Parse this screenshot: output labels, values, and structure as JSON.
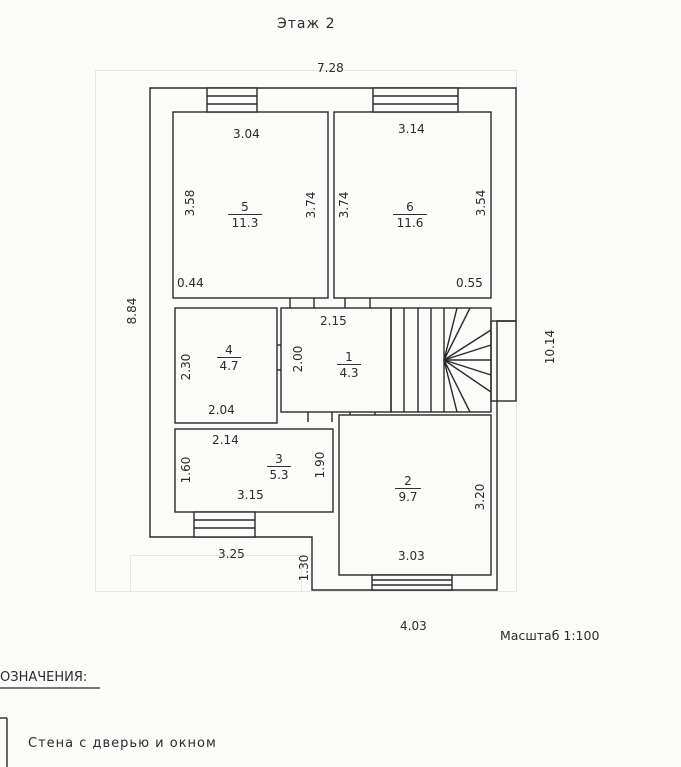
{
  "header": {
    "floor_title": "Этаж 2"
  },
  "dimensions": {
    "top_width": "7.28",
    "left_height": "8.84",
    "right_height": "10.14",
    "bottom_right_width": "4.03",
    "bottom_left_width": "3.25",
    "step_offset": "1.30",
    "corner_left": "0.44",
    "corner_right": "0.55"
  },
  "rooms": [
    {
      "num": "5",
      "area": "11.3",
      "top": "3.04",
      "left": "3.58",
      "right": "3.74"
    },
    {
      "num": "6",
      "area": "11.6",
      "top": "3.14",
      "left": "3.74",
      "right": "3.54"
    },
    {
      "num": "4",
      "area": "4.7",
      "left": "2.30",
      "right": "2.00",
      "bottom": "2.04"
    },
    {
      "num": "1",
      "area": "4.3",
      "top": "2.15"
    },
    {
      "num": "3",
      "area": "5.3",
      "top": "2.14",
      "left": "1.60",
      "right": "1.90",
      "bottom": "3.15"
    },
    {
      "num": "2",
      "area": "9.7",
      "right": "3.20",
      "bottom": "3.03"
    }
  ],
  "scale_label": "Масштаб 1:100",
  "legend": {
    "title": "ОЗНАЧЕНИЯ:",
    "wall_item": "Стена с дверью и окном"
  }
}
